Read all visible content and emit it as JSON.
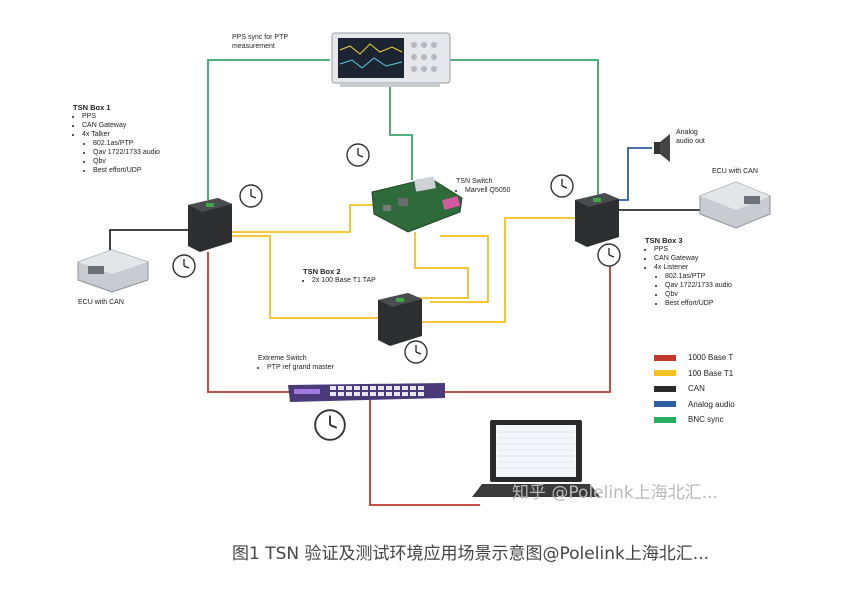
{
  "pps_label": "PPS sync for PTP measurement",
  "tsn_switch": {
    "title": "TSN Switch",
    "items": [
      "Marvell Q5050"
    ]
  },
  "tsn_box1": {
    "title": "TSN Box 1",
    "items": [
      "PPS",
      "CAN Gateway",
      "4x Talker"
    ],
    "sub_items": [
      "802.1as/PTP",
      "Qav 1722/1733 audio",
      "Qbv",
      "Best effort/UDP"
    ]
  },
  "tsn_box2": {
    "title": "TSN Box 2",
    "items": [
      "2x 100 Base T1 TAP"
    ]
  },
  "tsn_box3": {
    "title": "TSN Box 3",
    "items": [
      "PPS",
      "CAN Gateway",
      "4x Listener"
    ],
    "sub_items": [
      "802.1as/PTP",
      "Qav 1722/1733 audio",
      "Qbv",
      "Best effort/UDP"
    ]
  },
  "extreme_switch": {
    "title": "Extreme Switch",
    "items": [
      "PTP ref grand master"
    ]
  },
  "ecu_left": "ECU with CAN",
  "ecu_right": "ECU with CAN",
  "analog_audio": "Analog audio out",
  "legend": [
    {
      "label": "1000 Base T",
      "color": "#c0392b"
    },
    {
      "label": "100 Base T1",
      "color": "#f2c01f"
    },
    {
      "label": "CAN",
      "color": "#2b2b2b"
    },
    {
      "label": "Analog audio",
      "color": "#2e5f9e"
    },
    {
      "label": "BNC sync",
      "color": "#27ae60"
    }
  ],
  "colors": {
    "gigabit": "#c0392b",
    "t1": "#f2c01f",
    "can": "#2b2b2b",
    "audio": "#2e5f9e",
    "bnc": "#3aa56a"
  },
  "caption": "图1 TSN 验证及测试环境应用场景示意图@Polelink上海北汇...",
  "watermark": "知乎 @Polelink上海北汇..."
}
